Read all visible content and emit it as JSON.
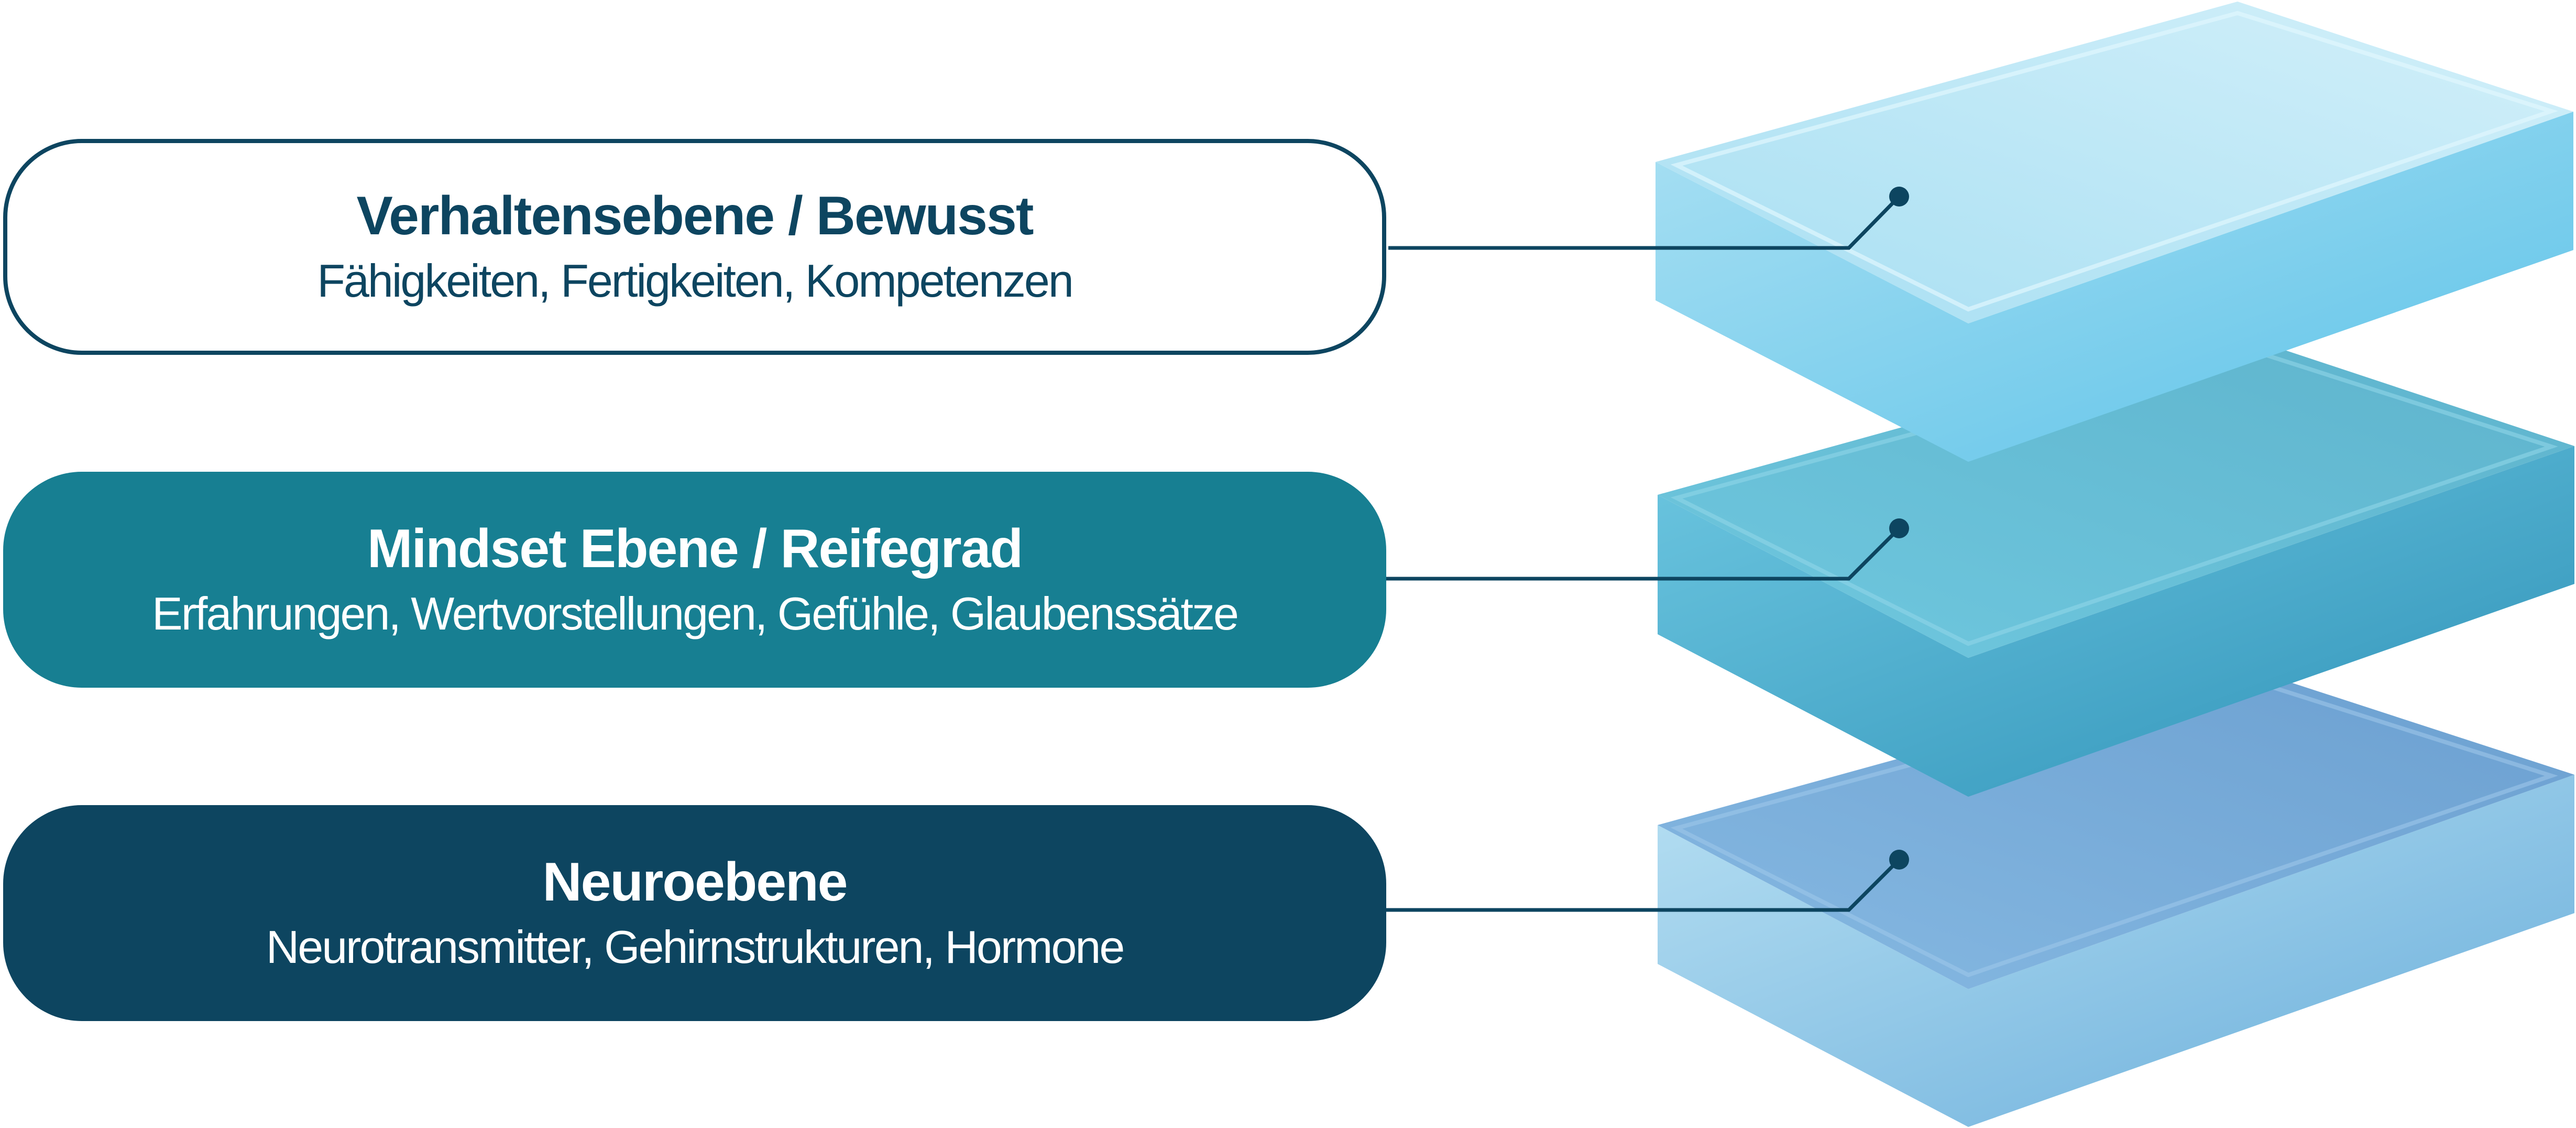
{
  "layers": [
    {
      "title": "Verhaltensebene / Bewusst",
      "subtitle": "Fähigkeiten, Fertigkeiten, Kompetenzen"
    },
    {
      "title": "Mindset Ebene / Reifegrad",
      "subtitle": "Erfahrungen, Wertvorstellungen, Gefühle, Glaubenssätze"
    },
    {
      "title": "Neuroebene",
      "subtitle": "Neurotransmitter, Gehirnstrukturen, Hormone"
    }
  ],
  "colors": {
    "navy": "#0d4560",
    "teal": "#177f92",
    "light_blue": "#8fd3ee"
  }
}
